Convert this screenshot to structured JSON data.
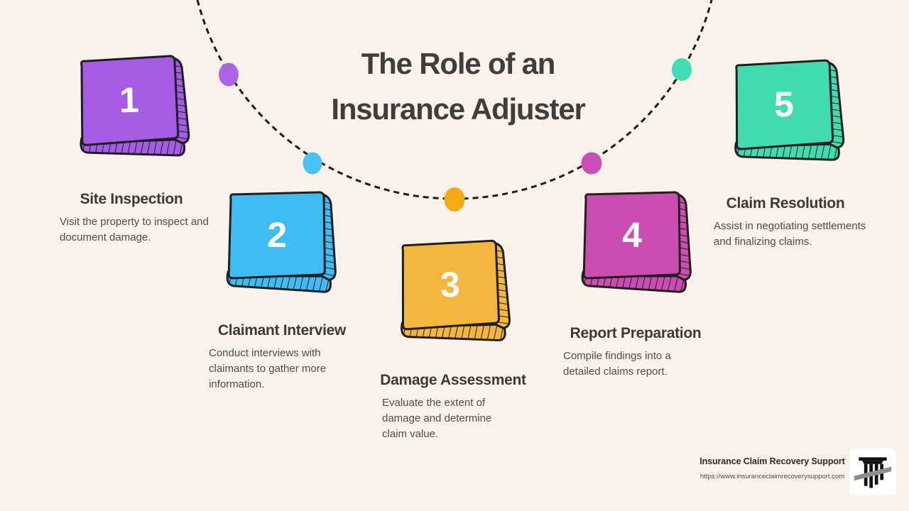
{
  "title": {
    "line1": "The Role of an",
    "line2": "Insurance Adjuster"
  },
  "steps": [
    {
      "number": "1",
      "heading": "Site Inspection",
      "description": "Visit the property to inspect and document damage.",
      "color": "#a55ce4",
      "dot_color": "#a965e2"
    },
    {
      "number": "2",
      "heading": "Claimant Interview",
      "description": "Conduct interviews with claimants to gather more information.",
      "color": "#3fbcf2",
      "dot_color": "#49c2f4"
    },
    {
      "number": "3",
      "heading": "Damage Assessment",
      "description": "Evaluate the extent of damage and determine claim value.",
      "color": "#f4b63d",
      "dot_color": "#f2ab10"
    },
    {
      "number": "4",
      "heading": "Report Preparation",
      "description": "Compile findings into a detailed claims report.",
      "color": "#cc4db2",
      "dot_color": "#cc4fb6"
    },
    {
      "number": "5",
      "heading": "Claim Resolution",
      "description": "Assist in negotiating settlements and finalizing claims.",
      "color": "#41dbb0",
      "dot_color": "#3edfb6"
    }
  ],
  "footer": {
    "brand": "Insurance Claim Recovery Support",
    "url": "https://www.insuranceclaimrecoverysupport.com"
  },
  "colors": {
    "background": "#faf1ea",
    "title_text": "#3e3e3c",
    "body_text": "#4c4c4c",
    "outline": "#1f1f1f",
    "number_text": "#ffffff"
  }
}
